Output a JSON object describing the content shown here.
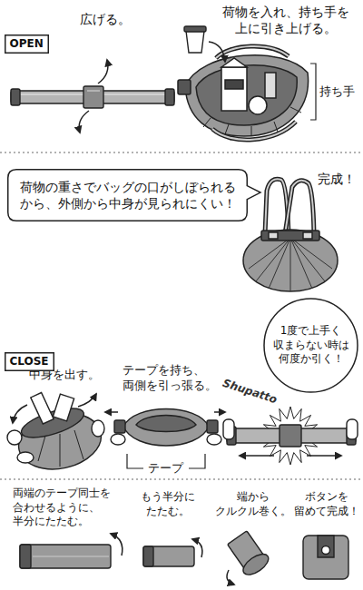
{
  "diagram": {
    "nodes": [
      {
        "text": [
          "OPEN"
        ]
      },
      {
        "text": [
          "荷物の重さでバッグの口がしぼられる から、外側から中身が見られにくい！"
        ]
      },
      {
        "text": [
          "CLOSE"
        ]
      },
      {
        "text": [
          "1度で上手く 収まらない時は 何度か引く！"
        ]
      }
    ],
    "labels": [
      "広げる。",
      "荷物を入れ、持ち手を 上に引き上げる。",
      "持ち手",
      "完成！",
      "中身を出す。",
      "テープを持ち、 両側を引っ張る。",
      "テープ",
      "Shupatto",
      "両端のテープ同士を 合わせるように、 半分にたたむ。",
      "もう半分に たたむ。",
      "端から クルクル巻く。",
      "ボタンを 留めて完成！"
    ]
  }
}
